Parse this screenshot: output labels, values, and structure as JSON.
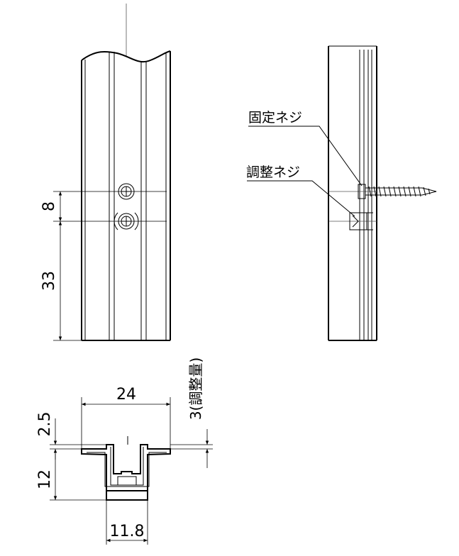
{
  "labels": {
    "fixing_screw": "固定ネジ",
    "adjusting_screw": "調整ネジ",
    "adjustment": "3(調整量)"
  },
  "dimensions": {
    "hole_pitch": "8",
    "hole_from_bottom": "33",
    "width_top": "24",
    "flange": "2.5",
    "height": "12",
    "channel_width": "11.8"
  }
}
